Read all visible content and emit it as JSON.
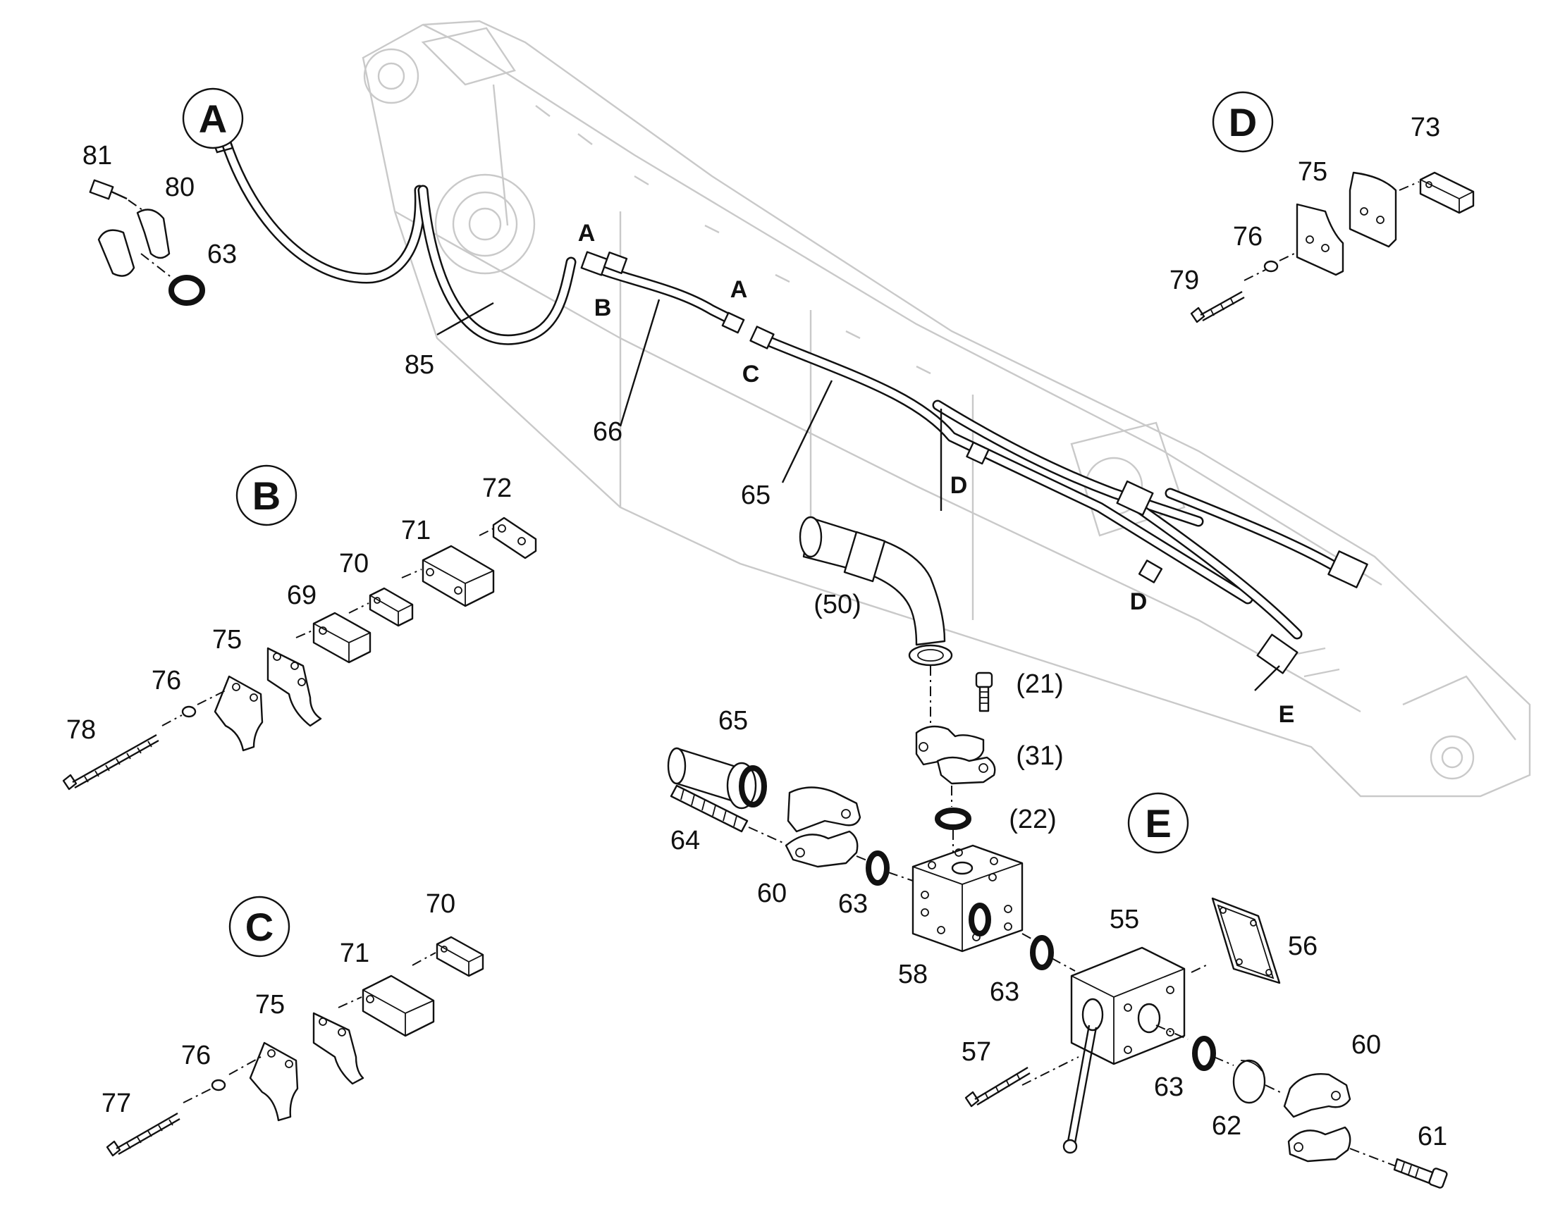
{
  "sections": {
    "A": "A",
    "B": "B",
    "C": "C",
    "D": "D",
    "E": "E"
  },
  "callouts": {
    "a1": "A",
    "a2": "A",
    "b": "B",
    "c": "C",
    "d1": "D",
    "d2": "D",
    "e": "E"
  },
  "part_numbers": {
    "sectionA": [
      "81",
      "80",
      "63"
    ],
    "sectionB": [
      "72",
      "71",
      "70",
      "69",
      "75",
      "76",
      "78"
    ],
    "sectionC": [
      "70",
      "71",
      "75",
      "76",
      "77"
    ],
    "sectionD": [
      "73",
      "75",
      "76",
      "79"
    ],
    "boom": [
      "85",
      "66",
      "65"
    ],
    "sectionE": [
      "(50)",
      "(21)",
      "(31)",
      "(22)",
      "65",
      "64",
      "60",
      "63",
      "58",
      "63",
      "55",
      "56",
      "57",
      "63",
      "62",
      "60",
      "61"
    ]
  }
}
